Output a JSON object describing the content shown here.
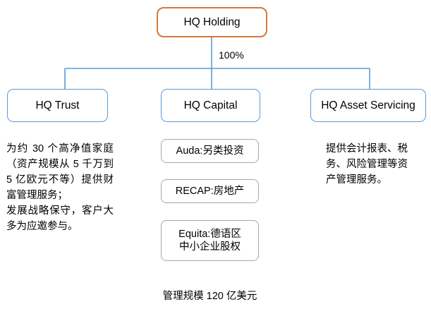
{
  "diagram": {
    "title_node": {
      "label": "HQ Holding"
    },
    "edge_labels": [
      {
        "name": "ownership-percent",
        "text": "100%"
      }
    ],
    "units": [
      {
        "id": "hq-trust",
        "label": "HQ Trust"
      },
      {
        "id": "hq-capital",
        "label": "HQ Capital"
      },
      {
        "id": "hq-asset-servicing",
        "label": "HQ Asset Servicing"
      }
    ],
    "subsidiaries": [
      {
        "id": "auda",
        "line1": "Auda:另类投资",
        "line2": ""
      },
      {
        "id": "recap",
        "line1": "RECAP:房地产",
        "line2": ""
      },
      {
        "id": "equita",
        "line1": "Equita:德语区",
        "line2": "中小企业股权"
      }
    ],
    "descriptions": [
      {
        "id": "hq-trust-description",
        "text": "为约 30 个高净值家庭（资产规模从 5 千万到 5 亿欧元不等）提供财富管理服务；\n发展战略保守，客户大多为应邀参与。"
      },
      {
        "id": "hq-asset-servicing-description",
        "text": "提供会计报表、税务、风险管理等资产管理服务。"
      }
    ],
    "captions": [
      {
        "id": "aum-caption",
        "text": "管理规模 120 亿美元"
      }
    ],
    "colors": {
      "root_border": "#D2793C",
      "unit_border": "#5B9BD5",
      "sub_border": "#A6A6A6",
      "connector": "#5B9BD5",
      "text": "#000000",
      "background": "#FFFFFF"
    }
  }
}
